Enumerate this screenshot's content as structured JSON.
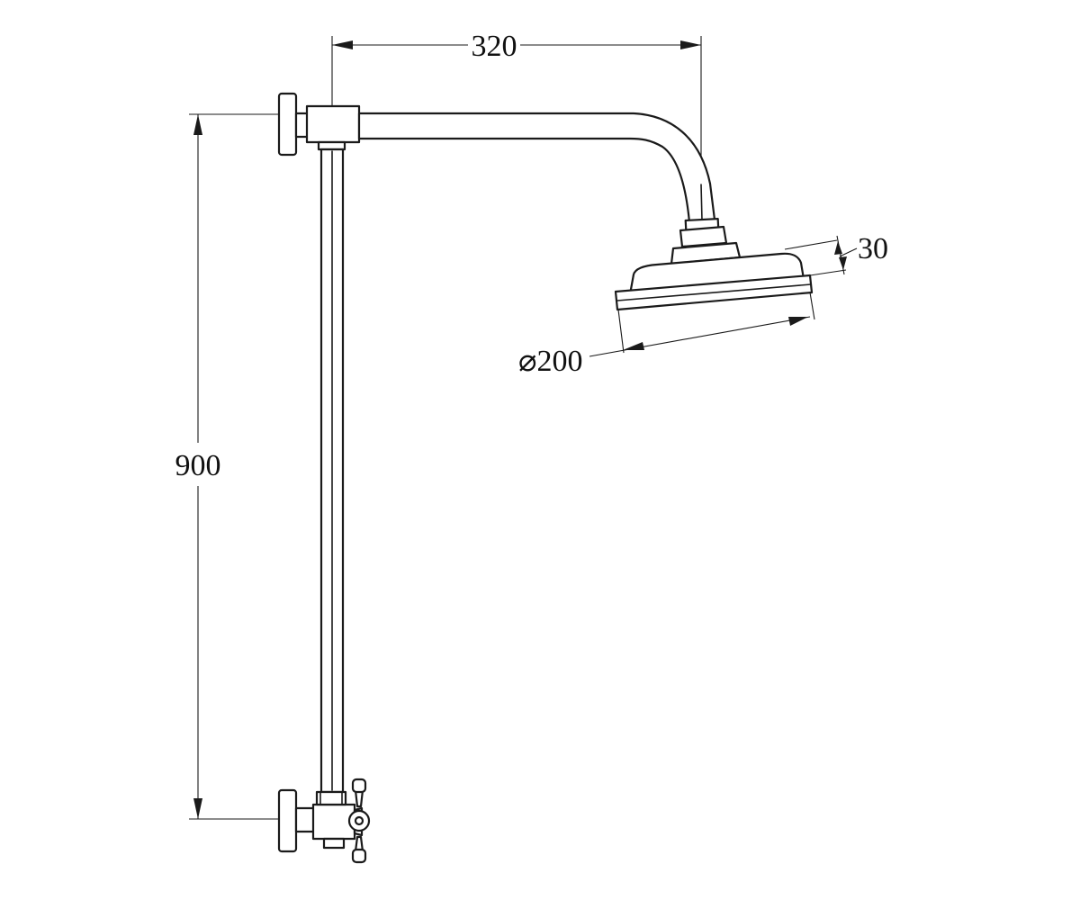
{
  "dimensions": {
    "arm_reach": "320",
    "total_height": "900",
    "head_thickness": "30",
    "head_diameter": "⌀200"
  },
  "colors": {
    "line": "#1a1a1a",
    "background": "#ffffff"
  }
}
